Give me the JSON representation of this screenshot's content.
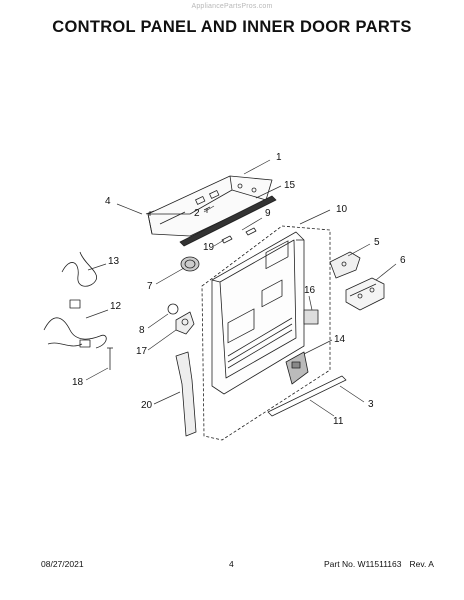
{
  "watermark": "AppliancePartsPros.com",
  "title": "CONTROL PANEL AND INNER DOOR PARTS",
  "callouts": [
    "1",
    "15",
    "4",
    "2",
    "9",
    "10",
    "19",
    "5",
    "13",
    "7",
    "6",
    "16",
    "12",
    "8",
    "14",
    "17",
    "18",
    "3",
    "20",
    "11"
  ],
  "footer": {
    "date": "08/27/2021",
    "page": "4",
    "part_number": "Part No. W11511163",
    "revision": "Rev. A"
  }
}
